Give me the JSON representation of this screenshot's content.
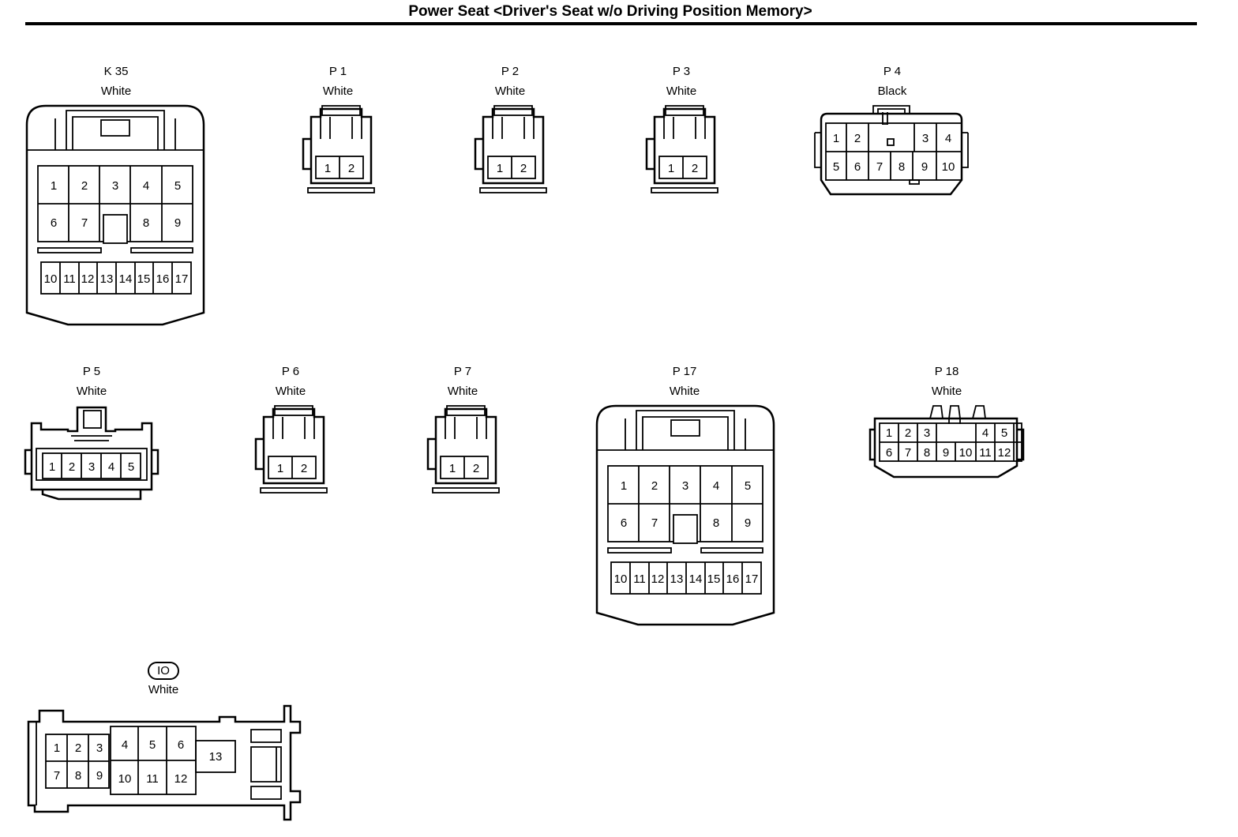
{
  "title": "Power Seat <Driver's Seat w/o Driving Position Memory>",
  "connectors": [
    {
      "id": "K 35",
      "color": "White",
      "pins": [
        "1",
        "2",
        "3",
        "4",
        "5",
        "6",
        "7",
        "8",
        "9",
        "10",
        "11",
        "12",
        "13",
        "14",
        "15",
        "16",
        "17"
      ]
    },
    {
      "id": "P 1",
      "color": "White",
      "pins": [
        "1",
        "2"
      ]
    },
    {
      "id": "P 2",
      "color": "White",
      "pins": [
        "1",
        "2"
      ]
    },
    {
      "id": "P 3",
      "color": "White",
      "pins": [
        "1",
        "2"
      ]
    },
    {
      "id": "P 4",
      "color": "Black",
      "pins": [
        "1",
        "2",
        "3",
        "4",
        "5",
        "6",
        "7",
        "8",
        "9",
        "10"
      ]
    },
    {
      "id": "P 5",
      "color": "White",
      "pins": [
        "1",
        "2",
        "3",
        "4",
        "5"
      ]
    },
    {
      "id": "P 6",
      "color": "White",
      "pins": [
        "1",
        "2"
      ]
    },
    {
      "id": "P 7",
      "color": "White",
      "pins": [
        "1",
        "2"
      ]
    },
    {
      "id": "P 17",
      "color": "White",
      "pins": [
        "1",
        "2",
        "3",
        "4",
        "5",
        "6",
        "7",
        "8",
        "9",
        "10",
        "11",
        "12",
        "13",
        "14",
        "15",
        "16",
        "17"
      ]
    },
    {
      "id": "P 18",
      "color": "White",
      "pins": [
        "1",
        "2",
        "3",
        "4",
        "5",
        "6",
        "7",
        "8",
        "9",
        "10",
        "11",
        "12"
      ]
    },
    {
      "id": "IO",
      "color": "White",
      "pins": [
        "1",
        "2",
        "3",
        "4",
        "5",
        "6",
        "7",
        "8",
        "9",
        "10",
        "11",
        "12",
        "13"
      ]
    }
  ]
}
